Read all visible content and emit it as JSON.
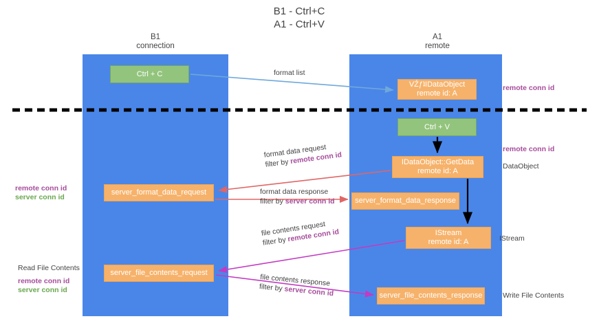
{
  "title": {
    "line1": "B1 - Ctrl+C",
    "line2": "A1 - Ctrl+V"
  },
  "columns": {
    "b1": {
      "name": "B1",
      "role": "connection"
    },
    "a1": {
      "name": "A1",
      "role": "remote"
    }
  },
  "nodes": {
    "ctrl_c": {
      "label": "Ctrl + C"
    },
    "ctrl_v": {
      "label": "Ctrl + V"
    },
    "idataobject": {
      "label": "VŹƒʇIDataObject",
      "sub": "remote id: A"
    },
    "getdata": {
      "label": "IDataObject::GetData",
      "sub": "remote id: A"
    },
    "istream": {
      "label": "IStream",
      "sub": "remote id: A"
    },
    "server_format_data_request": {
      "label": "server_format_data_request"
    },
    "server_format_data_response": {
      "label": "server_format_data_response"
    },
    "server_file_contents_request": {
      "label": "server_file_contents_request"
    },
    "server_file_contents_response": {
      "label": "server_file_contents_response"
    }
  },
  "edge_labels": {
    "format_list": {
      "line1": "format list"
    },
    "format_data_request": {
      "line1": "format data request",
      "filter_prefix": "filter by ",
      "filter_key": "remote conn id"
    },
    "format_data_response": {
      "line1": "format data response",
      "filter_prefix": "filter by ",
      "filter_key": "server conn id"
    },
    "file_contents_request": {
      "line1": "file contents request",
      "filter_prefix": "filter by ",
      "filter_key": "remote conn id"
    },
    "file_contents_response": {
      "line1": "file contents response",
      "filter_prefix": "filter by ",
      "filter_key": "server conn id"
    }
  },
  "annotations": {
    "remote_conn_id_top": "remote conn id",
    "remote_conn_id_mid": "remote conn id",
    "dataobject": "DataObject",
    "istream": "IStream",
    "write_file_contents": "Write File Contents",
    "read_file_contents": "Read File Contents",
    "left_mid": {
      "remote": "remote conn id",
      "server": "server conn id"
    },
    "left_bottom": {
      "remote": "remote conn id",
      "server": "server conn id"
    }
  },
  "colors": {
    "lane": "#4a86e8",
    "green_node": "#93c47d",
    "orange_node": "#f6b26b",
    "purple_text": "#a64d9b",
    "green_text": "#6aa84f",
    "arrow_blue": "#6fa8dc",
    "arrow_red": "#e06666",
    "arrow_magenta": "#c23bc2",
    "arrow_black": "#000000",
    "divider": "#000000"
  }
}
